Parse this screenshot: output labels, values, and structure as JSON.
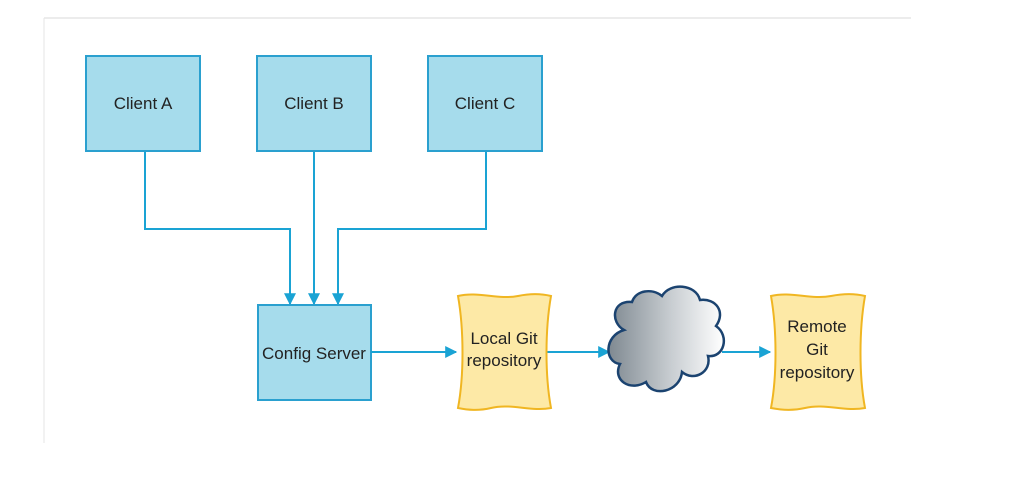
{
  "colors": {
    "box_fill": "#a6dcec",
    "box_stroke": "#2aa0cf",
    "arrow": "#1aa3d4",
    "doc_fill": "#fde9a6",
    "doc_stroke": "#f0b622",
    "cloud_dark": "#7f8991",
    "cloud_light": "#ffffff",
    "cloud_stroke": "#1b4370",
    "frame_line": "#d9d9d9"
  },
  "clients": [
    {
      "label": "Client A"
    },
    {
      "label": "Client B"
    },
    {
      "label": "Client C"
    }
  ],
  "server": {
    "label": "Config Server"
  },
  "local_repo": {
    "lines": [
      "Local Git",
      "repository"
    ]
  },
  "cloud": {
    "icon": "cloud-icon"
  },
  "remote_repo": {
    "lines": [
      "Remote",
      "Git",
      "repository"
    ]
  }
}
